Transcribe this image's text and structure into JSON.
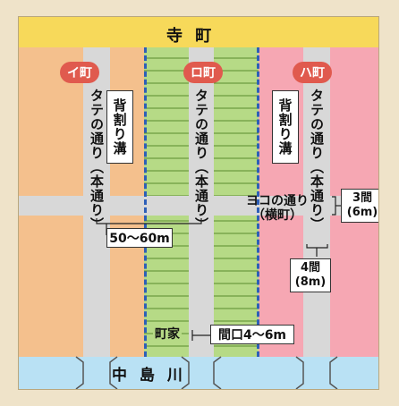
{
  "town_labels": {
    "top": "寺 町",
    "bottom": "中 島 川"
  },
  "blocks": [
    {
      "name": "イ町",
      "color": "#f4c08d"
    },
    {
      "name": "ロ町",
      "color": "#b6da86"
    },
    {
      "name": "ハ町",
      "color": "#f6a7b3"
    }
  ],
  "streets": {
    "tate_left": "タテの通り（本通り）",
    "tate_mid": "タテの通り（本通り）",
    "tate_right": "タテの通り（本通り）",
    "yoko": "ヨコの通り",
    "yoko_sub": "（横町）"
  },
  "ditches": {
    "left": "背割り溝",
    "right": "背割り溝"
  },
  "measurements": {
    "block_width": "50〜60m",
    "yoko_width_ken": "3間",
    "yoko_width_m": "(6m)",
    "tate_width_ken": "4間",
    "tate_width_m": "(8m)",
    "machiya_label": "町家",
    "frontage": "間口4〜6m"
  },
  "colors": {
    "temple_band": "#f7d95a",
    "river_band": "#b9e1f4",
    "road": "#d8d8d8",
    "ditch": "#2d5fb8",
    "machiya_line": "#5a8c2f",
    "pill": "#e05a4e"
  }
}
